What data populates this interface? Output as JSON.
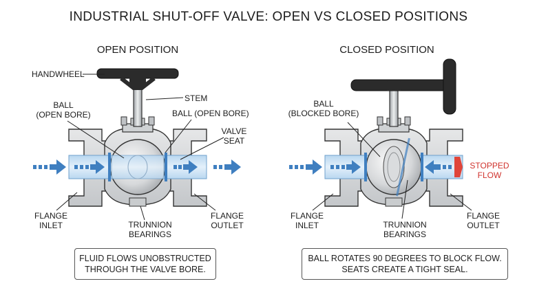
{
  "title": "INDUSTRIAL SHUT-OFF VALVE: OPEN VS CLOSED POSITIONS",
  "open": {
    "heading": "OPEN POSITION",
    "labels": {
      "handwheel": "HANDWHEEL",
      "stem": "STEM",
      "ball_left_1": "BALL",
      "ball_left_2": "(OPEN BORE)",
      "ball_right": "BALL (OPEN BORE)",
      "seat_1": "VALVE",
      "seat_2": "SEAT",
      "inlet_1": "FLANGE",
      "inlet_2": "INLET",
      "trunnion_1": "TRUNNION",
      "trunnion_2": "BEARINGS",
      "outlet_1": "FLANGE",
      "outlet_2": "OUTLET"
    },
    "caption_1": "FLUID FLOWS UNOBSTRUCTED",
    "caption_2": "THROUGH THE VALVE BORE."
  },
  "closed": {
    "heading": "CLOSED POSITION",
    "labels": {
      "ball_1": "BALL",
      "ball_2": "(BLOCKED BORE)",
      "stopped_1": "STOPPED",
      "stopped_2": "FLOW",
      "inlet_1": "FLANGE",
      "inlet_2": "INLET",
      "trunnion_1": "TRUNNION",
      "trunnion_2": "BEARINGS",
      "outlet_1": "FLANGE",
      "outlet_2": "OUTLET"
    },
    "caption_1": "BALL ROTATES 90 DEGREES TO BLOCK FLOW.",
    "caption_2": "SEATS CREATE A TIGHT SEAL."
  },
  "colors": {
    "flow_arrow": "#3f7fc0",
    "bore_fill": "#cfe4f6",
    "body_fill": "#d8dadc",
    "handwheel": "#2b2b2b",
    "stop_marker": "#e0453a",
    "stopped_text": "#d0332d"
  }
}
